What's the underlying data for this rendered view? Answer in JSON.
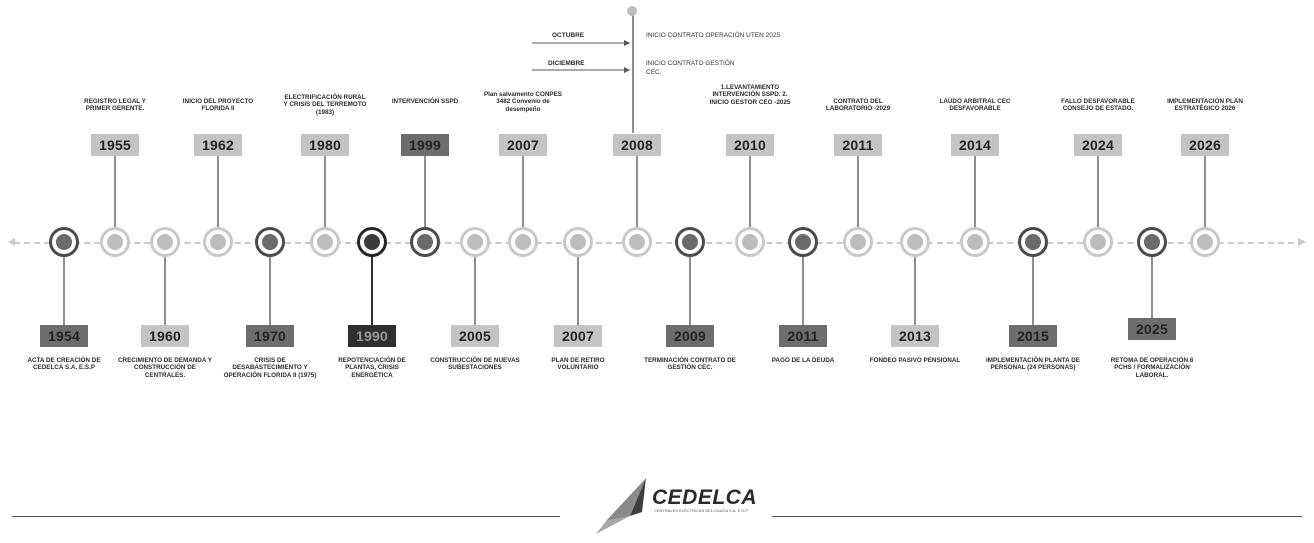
{
  "above_events": [
    {
      "year": "1955",
      "caption": "REGISTRO LEGAL Y PRIMER GERENTE.",
      "style": "light"
    },
    {
      "year": "1962",
      "caption": "INICIO DEL PROYECTO FLORIDA II",
      "style": "light"
    },
    {
      "year": "1980",
      "caption": "ELECTRIFICACIÓN RURAL Y CRISIS DEL TERREMOTO (1983)",
      "style": "light"
    },
    {
      "year": "1999",
      "caption": "INTERVENCIÓN SSPD",
      "style": "dark"
    },
    {
      "year": "2007",
      "caption": "Plan salvamento CONPES 3482 Convenio de desempeño",
      "style": "light"
    },
    {
      "year": "2008",
      "caption": "",
      "style": "light"
    },
    {
      "year": "2010",
      "caption": "1.LEVANTAMIENTO INTERVENCIÓN SSPD. 2. INICIO GESTOR CEO -2025",
      "style": "light"
    },
    {
      "year": "2011",
      "caption": "CONTRATO DEL LABORATORIO -2029",
      "style": "light"
    },
    {
      "year": "2014",
      "caption": "LAUDO ARBITRAL CEC DESFAVORABLE",
      "style": "light"
    },
    {
      "year": "2024",
      "caption": "FALLO DESFAVORABLE CONSEJO DE ESTADO.",
      "style": "light"
    },
    {
      "year": "2026",
      "caption": "IMPLEMENTACIÓN PLAN ESTRATÉGICO 2026",
      "style": "light"
    }
  ],
  "below_events": [
    {
      "year": "1954",
      "caption": "ACTA DE CREACIÓN DE CEDELCA S.A. E.S.P",
      "style": "dark"
    },
    {
      "year": "1960",
      "caption": "CRECIMIENTO DE DEMANDA Y CONSTRUCCIÓN DE CENTRALES.",
      "style": "light"
    },
    {
      "year": "1970",
      "caption": "CRISIS DE DESABASTECIMIENTO Y OPERACIÓN FLORIDA II (1975)",
      "style": "dark"
    },
    {
      "year": "1990",
      "caption": "REPOTENCIACIÓN DE PLANTAS, CRISIS ENERGÉTICA",
      "style": "black"
    },
    {
      "year": "2005",
      "caption": "CONSTRUCCIÓN DE NUEVAS SUBESTACIONES",
      "style": "light"
    },
    {
      "year": "2007",
      "caption": "PLAN DE RETIRO VOLUNTARIO",
      "style": "light"
    },
    {
      "year": "2009",
      "caption": "TERMINACIÓN CONTRATO DE GESTIÓN CEC.",
      "style": "dark"
    },
    {
      "year": "2011",
      "caption": "PAGO DE LA DEUDA",
      "style": "dark"
    },
    {
      "year": "2013",
      "caption": "FONDEO PASIVO PENSIONAL",
      "style": "light"
    },
    {
      "year": "2015",
      "caption": "IMPLEMENTACIÓN PLANTA DE PERSONAL (24 PERSONAS)",
      "style": "dark"
    },
    {
      "year": "2025",
      "caption": "RETOMA DE OPERACIÓN 8 PCHS / FORMALIZACIÓN LABORAL.",
      "style": "dark"
    }
  ],
  "top_notes": {
    "octubre_label": "OCTUBRE",
    "octubre_text": "INICIO CONTRATO OPERACIÓN UTEN 2025",
    "diciembre_label": "DICIEMBRE",
    "diciembre_text": "INICIO CONTRATO GESTIÓN CEC."
  },
  "logo": {
    "name": "CEDELCA",
    "tagline": "CENTRALES ELÉCTRICAS DEL CAUCA S.A. E.S.P"
  }
}
